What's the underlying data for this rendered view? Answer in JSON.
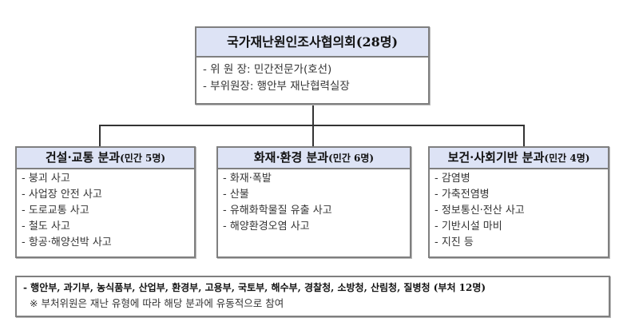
{
  "top": {
    "title": "국가재난원인조사협의회(28명)",
    "items": [
      "- 위 원 장: 민간전문가(호선)",
      "- 부위원장: 행안부 재난협력실장"
    ]
  },
  "sections": [
    {
      "title": "건설·교통 분과",
      "subtitle": "(민간 5명)",
      "items": [
        "- 붕괴 사고",
        "- 사업장 안전 사고",
        "- 도로교통 사고",
        "- 철도 사고",
        "- 항공·해양선박 사고"
      ]
    },
    {
      "title": "화재·환경 분과",
      "subtitle": "(민간 6명)",
      "items": [
        "- 화재·폭발",
        "- 산불",
        "- 유해화학물질 유출 사고",
        "- 해양환경오염 사고"
      ]
    },
    {
      "title": "보건·사회기반 분과",
      "subtitle": "(민간 4명)",
      "items": [
        "- 감염병",
        "- 가축전염병",
        "- 정보통신·전산 사고",
        "- 기반시설 마비",
        "- 지진 등"
      ]
    }
  ],
  "bottom": {
    "ministries": "- 행안부, 과기부, 농식품부, 산업부, 환경부, 고용부, 국토부, 해수부, 경찰청, 소방청, 산림청, 질병청 (부처 12명)",
    "note": "※ 부처위원은 재난 유형에 따라 해당 분과에 유동적으로 참여"
  },
  "colors": {
    "header_fill": "#dde3f5",
    "border": "#7f7f7f",
    "connector": "#333333"
  }
}
